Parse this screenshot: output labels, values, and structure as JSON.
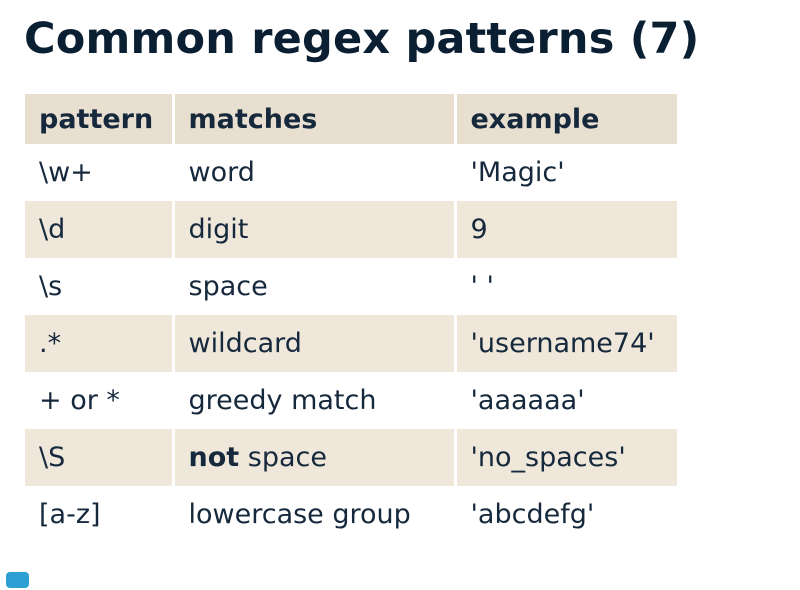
{
  "title": "Common regex patterns (7)",
  "table": {
    "headers": [
      "pattern",
      "matches",
      "example"
    ],
    "rows": [
      {
        "pattern": "\\w+",
        "matches": "word",
        "example": "'Magic'"
      },
      {
        "pattern": "\\d",
        "matches": "digit",
        "example": "9"
      },
      {
        "pattern": "\\s",
        "matches": "space",
        "example": "' '"
      },
      {
        "pattern": ".*",
        "matches": "wildcard",
        "example": "'username74'"
      },
      {
        "pattern": "+ or *",
        "matches": "greedy match",
        "example": "'aaaaaa'"
      },
      {
        "pattern": "\\S",
        "matches": [
          {
            "text": "not",
            "bold": true
          },
          {
            "text": " space",
            "bold": false
          }
        ],
        "example": "'no_spaces'"
      },
      {
        "pattern": "[a-z]",
        "matches": "lowercase group",
        "example": "'abcdefg'"
      }
    ]
  },
  "icons": {
    "corner": "player-progress-fragment-icon"
  },
  "colors": {
    "title_text": "#0b1f33",
    "body_text": "#16293c",
    "header_bg": "#e8dfd0",
    "stripe_bg": "#eee7da",
    "accent_blue": "#2e9fd4",
    "background": "#ffffff"
  }
}
